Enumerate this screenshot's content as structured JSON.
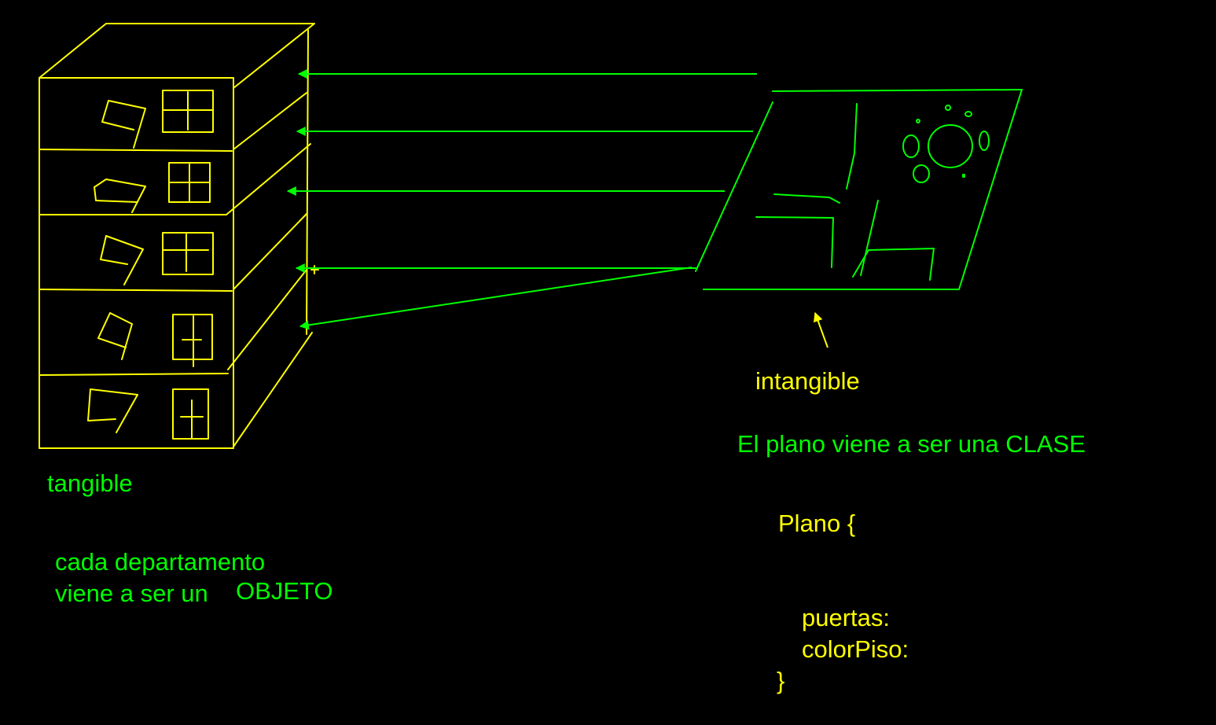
{
  "labels": {
    "tangible": "tangible",
    "intangible": "intangible",
    "objeto_line1": "cada departamento",
    "objeto_line2": "viene a ser un",
    "objeto_word": "OBJETO",
    "clase_sentence": "El plano viene a ser una CLASE",
    "code_open": "Plano {",
    "code_field1": "puertas:",
    "code_field2": "colorPiso:",
    "code_close": "}"
  },
  "colors": {
    "background": "#000000",
    "building": "#ffff00",
    "blueprint": "#00ff00",
    "arrows": "#00ff00"
  },
  "icons": [
    "building-sketch",
    "blueprint-sketch",
    "arrow-icon"
  ]
}
